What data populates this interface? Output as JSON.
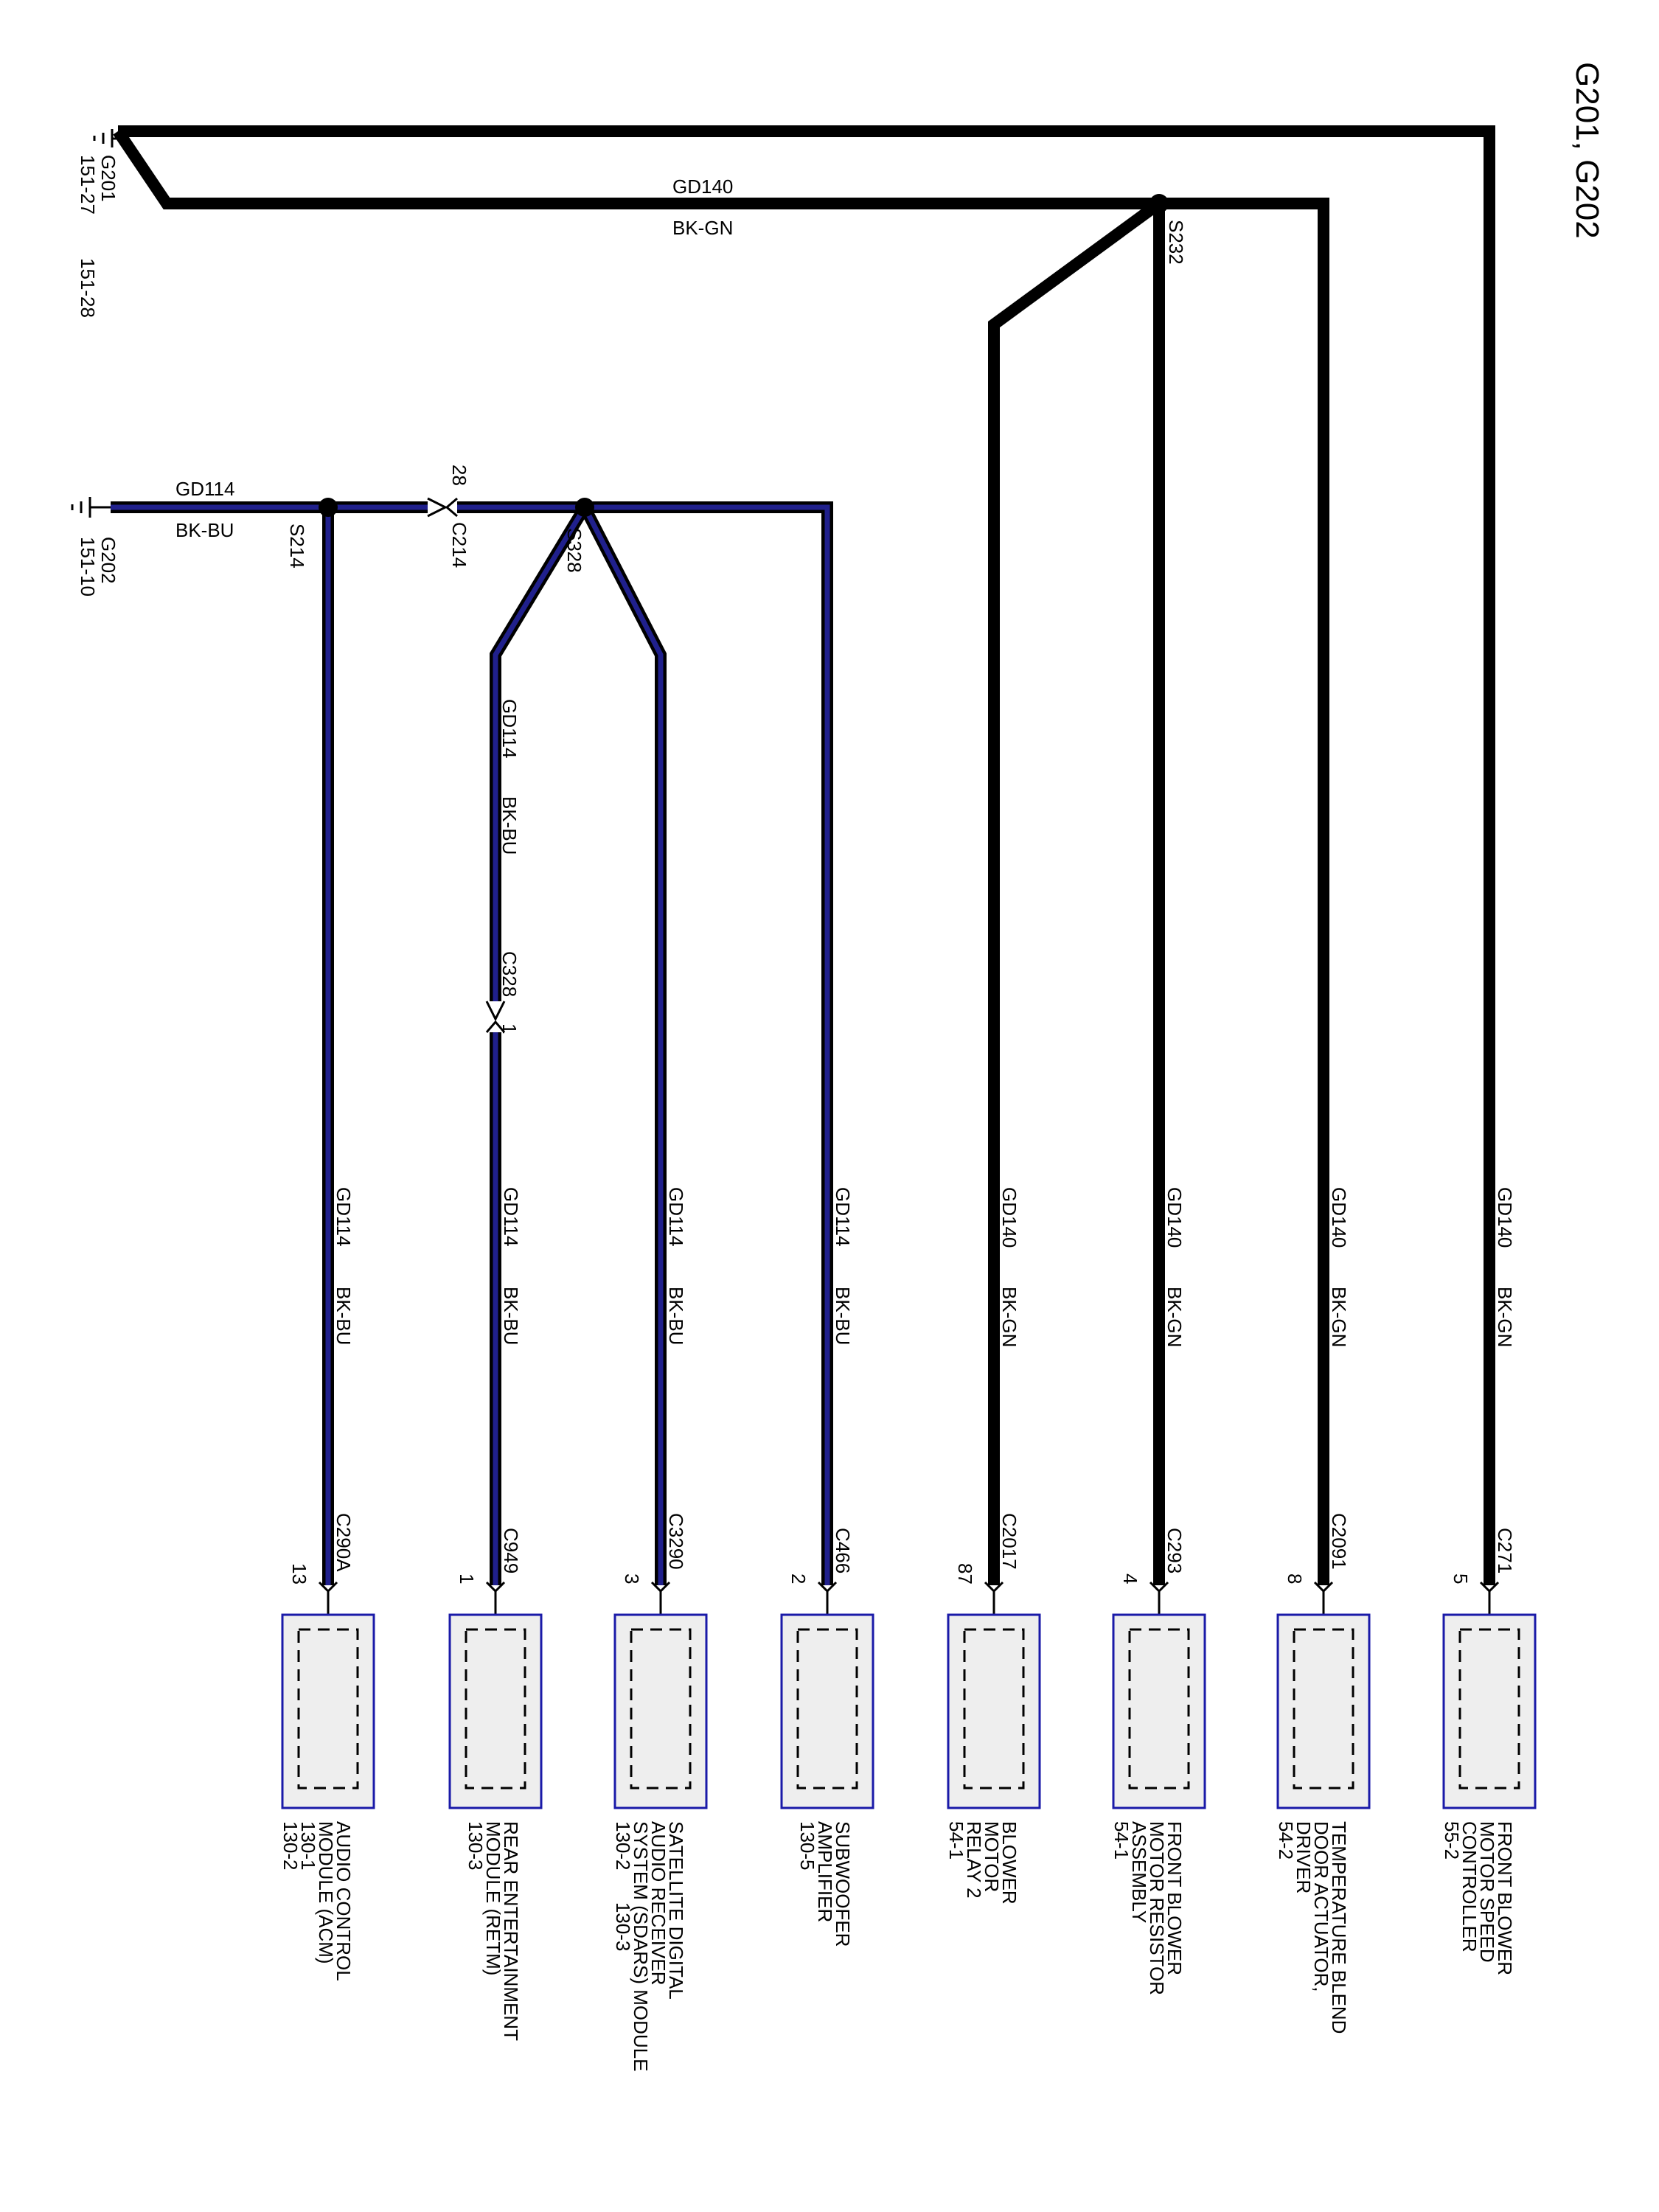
{
  "title": "G201, G202",
  "grounds": {
    "g201": {
      "name": "G201",
      "ref1": "151-27",
      "ref2": "151-28"
    },
    "g202": {
      "name": "G202",
      "ref1": "151-10"
    }
  },
  "circuits": {
    "gd140": {
      "circuit": "GD140",
      "color": "BK-GN"
    },
    "gd114": {
      "circuit": "GD114",
      "color": "BK-BU"
    }
  },
  "splices": {
    "s232": "S232",
    "s214": "S214",
    "s328": "S328"
  },
  "inline_connectors": {
    "c214": {
      "name": "C214",
      "pin": "28"
    },
    "c328": {
      "name": "C328",
      "pin": "1"
    }
  },
  "components": [
    {
      "circuit": "GD114",
      "color": "BK-BU",
      "connector": "C290A",
      "pin": "13",
      "lines": [
        "AUDIO CONTROL",
        "MODULE (ACM)",
        "130-1",
        "130-2"
      ]
    },
    {
      "circuit": "GD114",
      "color": "BK-BU",
      "connector": "C949",
      "pin": "1",
      "lines": [
        "REAR ENTERTAINMENT",
        "MODULE (RETM)",
        "130-3"
      ]
    },
    {
      "circuit": "GD114",
      "color": "BK-BU",
      "connector": "C3290",
      "pin": "3",
      "lines": [
        "SATELLITE DIGITAL",
        "AUDIO RECEIVER",
        "SYSTEM (SDARS) MODULE",
        "130-2      130-3"
      ]
    },
    {
      "circuit": "GD114",
      "color": "BK-BU",
      "connector": "C466",
      "pin": "2",
      "lines": [
        "SUBWOOFER",
        "AMPLIFIER",
        "130-5"
      ]
    },
    {
      "circuit": "GD140",
      "color": "BK-GN",
      "connector": "C2017",
      "pin": "87",
      "lines": [
        "BLOWER",
        "MOTOR",
        "RELAY 2",
        "54-1"
      ]
    },
    {
      "circuit": "GD140",
      "color": "BK-GN",
      "connector": "C293",
      "pin": "4",
      "lines": [
        "FRONT BLOWER",
        "MOTOR RESISTOR",
        "ASSEMBLY",
        "54-1"
      ]
    },
    {
      "circuit": "GD140",
      "color": "BK-GN",
      "connector": "C2091",
      "pin": "8",
      "lines": [
        "TEMPERATURE BLEND",
        "DOOR ACTUATOR,",
        "DRIVER",
        "54-2"
      ]
    },
    {
      "circuit": "GD140",
      "color": "BK-GN",
      "connector": "C271",
      "pin": "5",
      "lines": [
        "FRONT BLOWER",
        "MOTOR SPEED",
        "CONTROLLER",
        "55-2"
      ]
    }
  ]
}
